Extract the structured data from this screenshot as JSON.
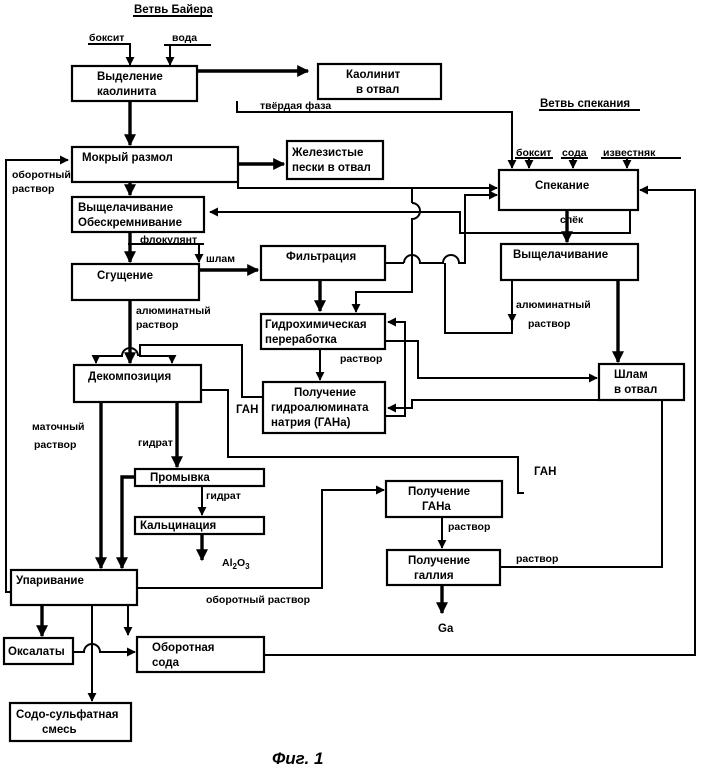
{
  "branches": {
    "bayer": "Ветвь Байера",
    "sintering": "Ветвь спекания"
  },
  "boxes": {
    "kaolin_separation": [
      "Выделение",
      "каолинита"
    ],
    "kaolinite_dump": [
      "Каолинит",
      "в отвал"
    ],
    "wet_grinding": "Мокрый размол",
    "iron_sands": [
      "Железистые",
      "пески в отвал"
    ],
    "leaching_desilication": [
      "Выщелачивание",
      "Обескремнивание"
    ],
    "thickening": "Сгущение",
    "filtration": "Фильтрация",
    "hydrochemical": [
      "Гидрохимическая",
      "переработка"
    ],
    "gan_production": [
      "Получение",
      "гидроалюмината",
      "натрия (ГАНа)"
    ],
    "decomposition": "Декомпозиция",
    "washing": "Промывка",
    "calcination": "Кальцинация",
    "evaporation": "Упаривание",
    "oxalates": "Оксалаты",
    "recycled_soda": [
      "Оборотная",
      "сода"
    ],
    "soda_sulfate": [
      "Содо-сульфатная",
      "смесь"
    ],
    "sintering": "Спекание",
    "leaching2": "Выщелачивание",
    "sludge_dump": [
      "Шлам",
      "в отвал"
    ],
    "gan2_production": [
      "Получение",
      "ГАНа"
    ],
    "gallium_production": [
      "Получение",
      "галлия"
    ]
  },
  "labels": {
    "bauxite1": "боксит",
    "water": "вода",
    "solid_phase": "твёрдая фаза",
    "recycled_solution_left": [
      "оборотный",
      "раствор"
    ],
    "flocculant": "флокулянт",
    "sludge": "шлам",
    "aluminate_solution1": [
      "алюминатный",
      "раствор"
    ],
    "solution1": "раствор",
    "gan1": "ГАН",
    "mother_liquor": [
      "маточный",
      "раствор"
    ],
    "hydrate1": "гидрат",
    "hydrate2": "гидрат",
    "al2o3": [
      "Al",
      "2",
      "O",
      "3"
    ],
    "recycled_solution_bottom": "оборотный раствор",
    "bauxite2": "боксит",
    "soda": "сода",
    "limestone": "известняк",
    "cake": "спёк",
    "aluminate_solution2": [
      "алюминатный",
      "раствор"
    ],
    "gan2": "ГАН",
    "solution2": "раствор",
    "solution3": "раствор",
    "ga": "Ga"
  },
  "caption": "Фиг. 1"
}
